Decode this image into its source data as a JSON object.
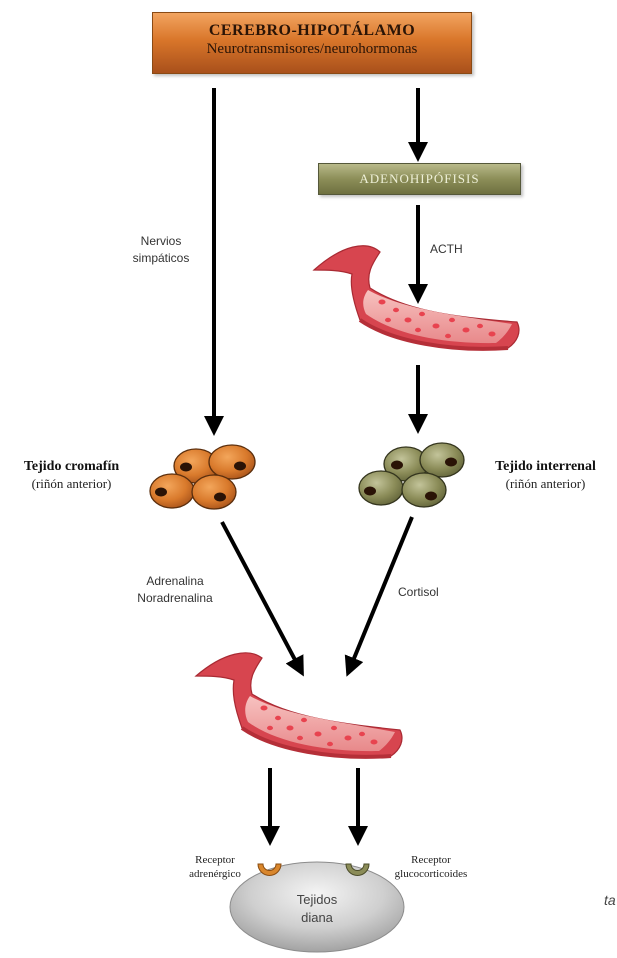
{
  "nodes": {
    "cerebro": {
      "title": "CEREBRO-HIPOTÁLAMO",
      "subtitle": "Neurotransmisores/neurohormonas"
    },
    "adenohipofisis": "ADENOHIPÓFISIS",
    "cromafin": {
      "title": "Tejido cromafín",
      "subtitle": "(riñón anterior)"
    },
    "interrenal": {
      "title": "Tejido interrenal",
      "subtitle": "(riñón anterior)"
    },
    "tejidos_diana": {
      "line1": "Tejidos",
      "line2": "diana"
    }
  },
  "edges": {
    "nervios": {
      "line1": "Nervios",
      "line2": "simpáticos"
    },
    "acth": "ACTH",
    "catecolaminas": {
      "line1": "Adrenalina",
      "line2": "Noradrenalina"
    },
    "cortisol": "Cortisol"
  },
  "receptors": {
    "adrenergico": {
      "line1": "Receptor",
      "line2": "adrenérgico"
    },
    "glucocorticoides": {
      "line1": "Receptor",
      "line2": "glucocorticoides"
    }
  },
  "cutoff_text": "ta",
  "colors": {
    "cerebro_box": "#d9762a",
    "adeno_box": "#8c8e58",
    "cromafin_cells": "#d97a2c",
    "interrenal_cells": "#8b8c58",
    "vessel": "#e0525a",
    "target_tissue": "#c6c6c6",
    "receptor_adrenergico": "#d9862c",
    "receptor_glucocorticoides": "#8b8c58"
  }
}
